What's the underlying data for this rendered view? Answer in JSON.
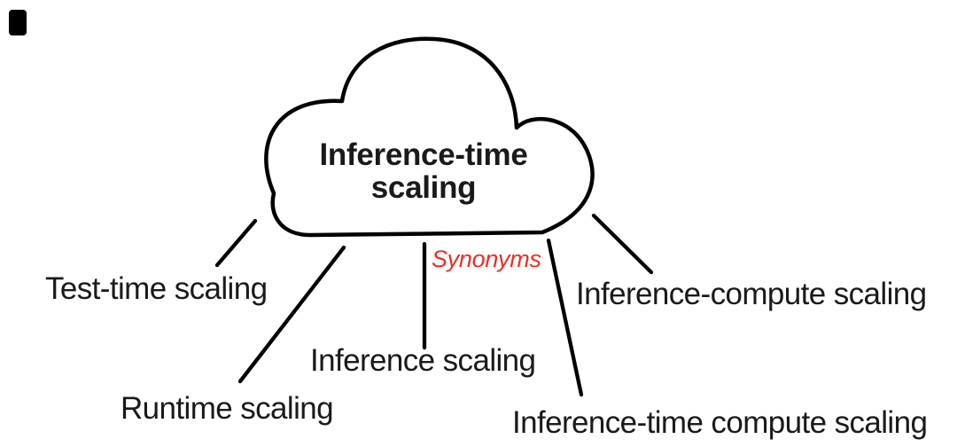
{
  "diagram": {
    "cloud_label": "Inference-time scaling",
    "synonyms_caption": "Synonyms",
    "synonyms": [
      {
        "label": "Test-time scaling"
      },
      {
        "label": "Runtime scaling"
      },
      {
        "label": "Inference scaling"
      },
      {
        "label": "Inference-time compute scaling"
      },
      {
        "label": "Inference-compute scaling"
      }
    ],
    "colors": {
      "background": "#ffffff",
      "ink": "#1a1a1a",
      "outline": "#000000",
      "caption_red": "#e73128"
    }
  }
}
